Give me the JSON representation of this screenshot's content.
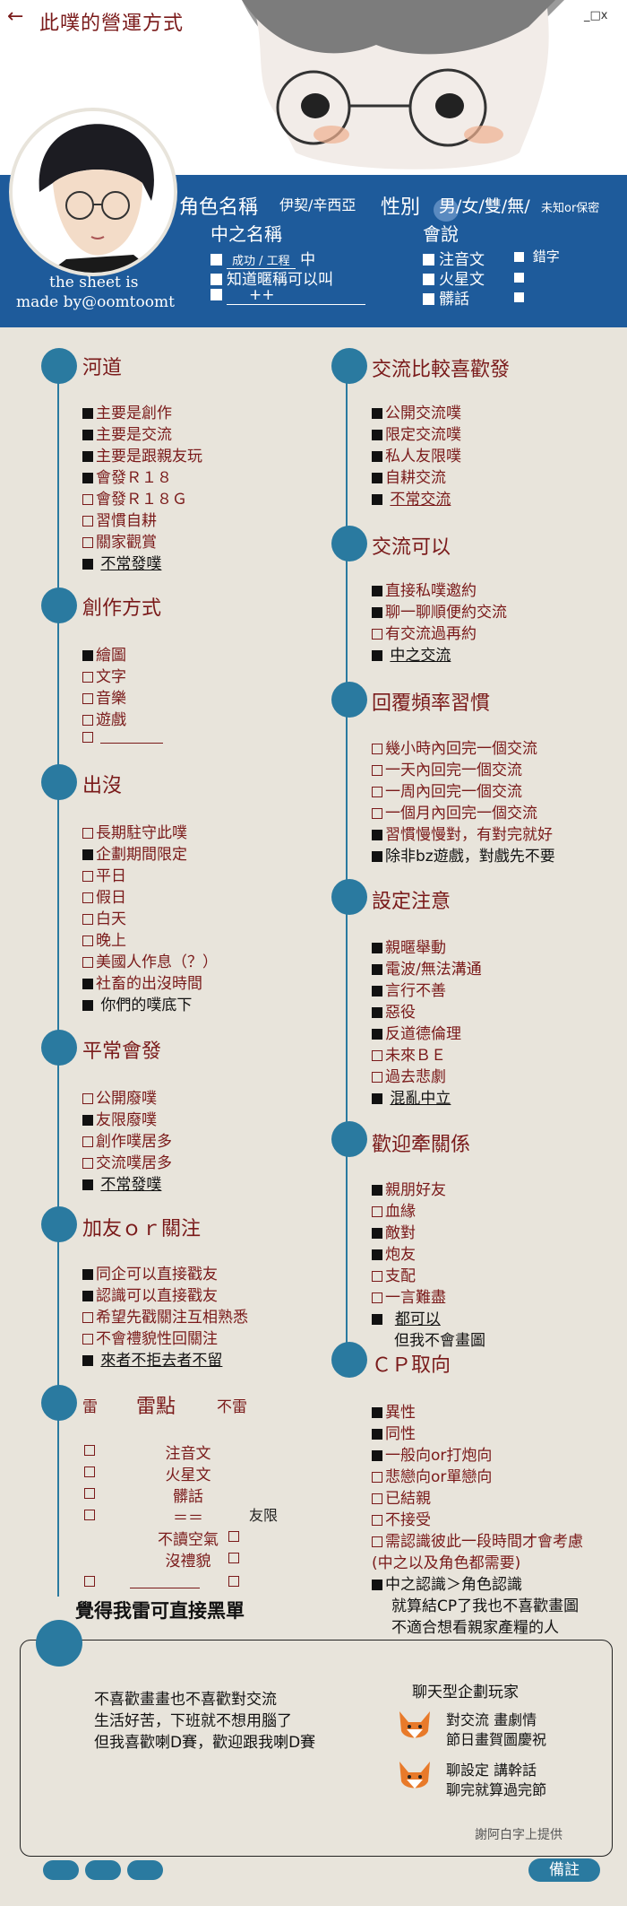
{
  "header": {
    "back_icon": "arrow-left-icon",
    "title": "此噗的營運方式",
    "window_controls": "_□x"
  },
  "profile": {
    "credit_line1": "the sheet is",
    "credit_line2": "made by@oomtoomt",
    "role_label": "角色名稱",
    "role_value": "伊契/辛西亞",
    "gender_label": "性別",
    "gender_options": "男/女/雙/無/",
    "gender_extra": "未知or保密",
    "zhong_label": "中之名稱",
    "zhong_items": [
      "成功 / 工程",
      "中",
      "知道暱稱可以叫",
      "++"
    ],
    "lang_label": "會說",
    "lang_items": [
      "注音文",
      "錯字",
      "火星文",
      "",
      "髒話",
      ""
    ]
  },
  "left": {
    "s1": {
      "title": "河道",
      "items": [
        "主要是創作",
        "主要是交流",
        "主要是跟親友玩",
        "會發Ｒ１８",
        "會發Ｒ１８Ｇ",
        "習慣自耕",
        "關家觀賞",
        "不常發噗"
      ]
    },
    "s2": {
      "title": "創作方式",
      "items": [
        "繪圖",
        "文字",
        "音樂",
        "遊戲",
        ""
      ]
    },
    "s3": {
      "title": "出沒",
      "items": [
        "長期駐守此噗",
        "企劃期間限定",
        "平日",
        "假日",
        "白天",
        "晚上",
        "美國人作息（？）",
        "社畜的出沒時間",
        "你們的噗底下"
      ]
    },
    "s4": {
      "title": "平常會發",
      "items": [
        "公開廢噗",
        "友限廢噗",
        "創作噗居多",
        "交流噗居多",
        "不常發噗"
      ]
    },
    "s5": {
      "title": "加友ｏｒ關注",
      "items": [
        "同企可以直接戳友",
        "認識可以直接戳友",
        "希望先戳關注互相熟悉",
        "不會禮貌性回關注",
        "來者不拒去者不留"
      ]
    },
    "s6": {
      "title": "雷點",
      "col_left": "雷",
      "col_right": "不雷",
      "rows": [
        "注音文",
        "火星文",
        "髒話",
        "＝＝",
        "不讀空氣",
        "沒禮貌",
        ""
      ],
      "extra": "友限",
      "footer": "覺得我雷可直接黑單"
    }
  },
  "right": {
    "s1": {
      "title": "交流比較喜歡發",
      "items": [
        "公開交流噗",
        "限定交流噗",
        "私人友限噗",
        "自耕交流",
        "不常交流"
      ]
    },
    "s2": {
      "title": "交流可以",
      "items": [
        "直接私噗邀約",
        "聊一聊順便約交流",
        "有交流過再約",
        "中之交流"
      ]
    },
    "s3": {
      "title": "回覆頻率習慣",
      "items": [
        "幾小時內回完一個交流",
        "一天內回完一個交流",
        "一周內回完一個交流",
        "一個月內回完一個交流",
        "習慣慢慢對，有對完就好",
        "除非bz遊戲，對戲先不要"
      ]
    },
    "s4": {
      "title": "設定注意",
      "items": [
        "親暱舉動",
        "電波/無法溝通",
        "言行不善",
        "惡役",
        "反道德倫理",
        "未來ＢＥ",
        "過去悲劇",
        "混亂中立"
      ]
    },
    "s5": {
      "title": "歡迎牽關係",
      "items": [
        "親朋好友",
        "血緣",
        "敵對",
        "炮友",
        "支配",
        "一言難盡",
        "都可以",
        "但我不會畫圖"
      ]
    },
    "s6": {
      "title": "ＣＰ取向",
      "items": [
        "異性",
        "同性",
        "一般向or打炮向",
        "悲戀向or單戀向",
        "已結親",
        "不接受",
        "需認識彼此一段時間才會考慮",
        "(中之以及角色都需要)",
        "中之認識＞角色認識",
        "就算結CP了我也不喜歡畫圖",
        "不適合想看親家產糧的人"
      ]
    }
  },
  "card": {
    "left_lines": [
      "不喜歡畫畫也不喜歡對交流",
      "生活好苦，下班就不想用腦了",
      "但我喜歡喇D賽，歡迎跟我喇D賽"
    ],
    "right_title": "聊天型企劃玩家",
    "right_a1": "對交流 畫劇情",
    "right_a2": "節日畫賀圖慶祝",
    "right_b1": "聊設定 講幹話",
    "right_b2": "聊完就算過完節",
    "thanks": "謝阿白字上提供"
  },
  "footer": {
    "note_button": "備註"
  }
}
